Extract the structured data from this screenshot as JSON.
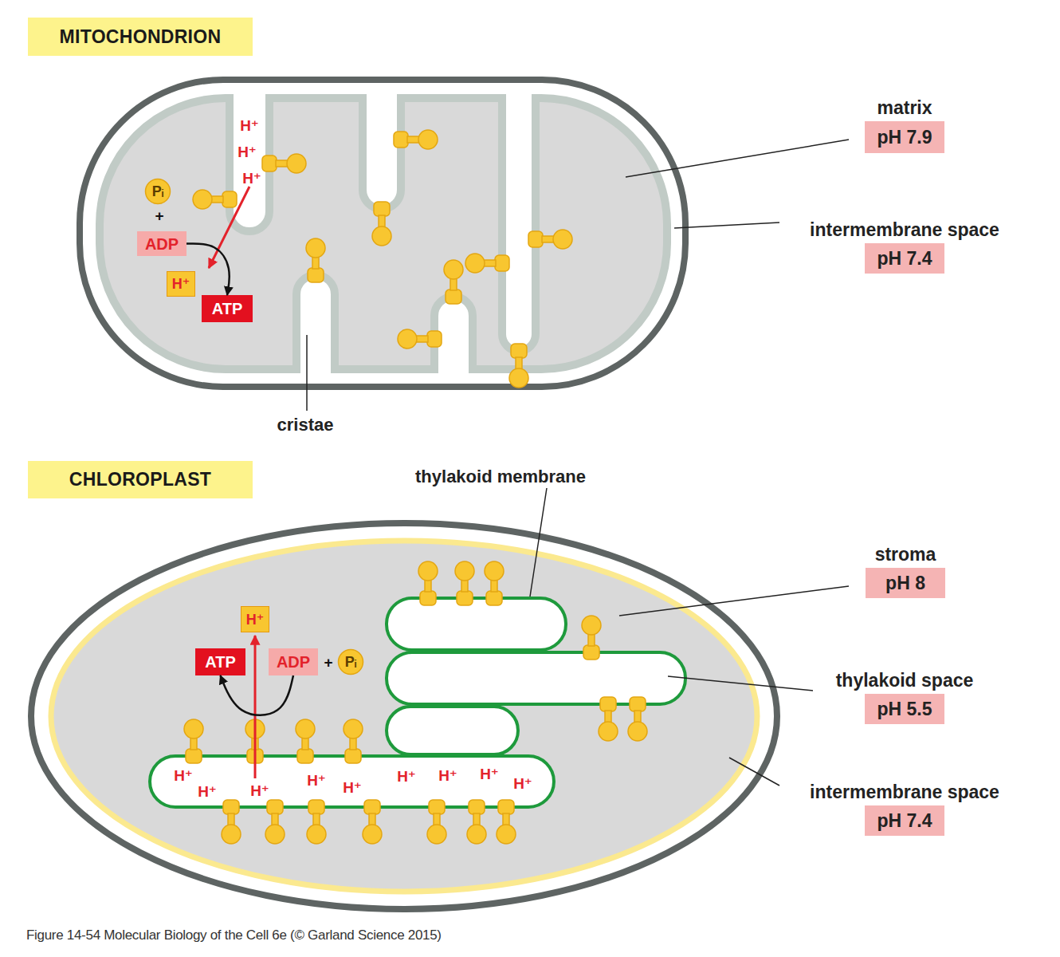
{
  "diagram": {
    "caption": "Figure 14-54 Molecular Biology of the Cell 6e (© Garland Science 2015)",
    "nodes": [
      {
        "text": [
          "MITOCHONDRION"
        ]
      },
      {
        "text": [
          "Pᵢ"
        ]
      },
      {
        "text": [
          "ADP"
        ]
      },
      {
        "text": [
          "H⁺"
        ]
      },
      {
        "text": [
          "ATP"
        ]
      },
      {
        "text": [
          "matrix",
          "pH 7.9"
        ]
      },
      {
        "text": [
          "intermembrane space",
          "pH 7.4"
        ]
      },
      {
        "text": [
          "CHLOROPLAST"
        ]
      },
      {
        "text": [
          "H⁺"
        ]
      },
      {
        "text": [
          "ATP"
        ]
      },
      {
        "text": [
          "ADP"
        ]
      },
      {
        "text": [
          "Pᵢ"
        ]
      },
      {
        "text": [
          "stroma",
          "pH 8"
        ]
      },
      {
        "text": [
          "thylakoid space",
          "pH 5.5"
        ]
      },
      {
        "text": [
          "intermembrane space",
          "pH 7.4"
        ]
      }
    ],
    "edges": [
      {
        "from": 2,
        "to": 4,
        "arrow": "to"
      },
      {
        "from": 10,
        "to": 9,
        "arrow": "to"
      }
    ],
    "labels": [
      "H⁺",
      "H⁺",
      "H⁺",
      "+",
      "cristae",
      "thylakoid membrane",
      "+",
      "H⁺",
      "H⁺",
      "H⁺",
      "H⁺",
      "H⁺",
      "H⁺",
      "H⁺",
      "H⁺",
      "H⁺"
    ]
  }
}
